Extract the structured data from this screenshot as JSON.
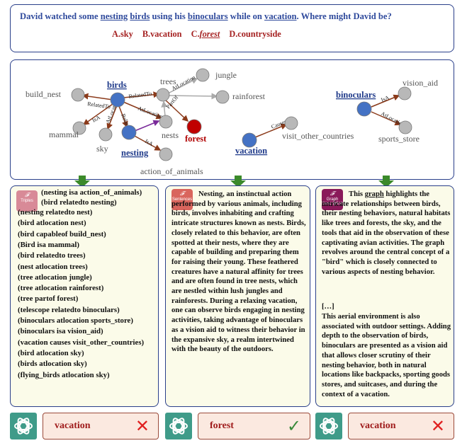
{
  "question": {
    "parts": [
      "David watched some ",
      "nesting",
      " ",
      "birds",
      " using his ",
      "binoculars",
      " while on ",
      "vacation",
      ". Where might David be?"
    ],
    "options": [
      "A.sky",
      "B.vacation",
      "C.",
      "forest",
      "D.countryside"
    ]
  },
  "graph": {
    "nodes": {
      "birds": "birds",
      "trees": "trees",
      "jungle": "jungle",
      "rainforest": "rainforest",
      "build_nest": "build_nest",
      "mammal": "mammal",
      "sky": "sky",
      "nesting": "nesting",
      "nests": "nests",
      "forest": "forest",
      "action_of_animals": "action_of_animals",
      "vacation": "vacation",
      "visit_other_countries": "visit_other_countries",
      "binoculars": "binoculars",
      "vision_aid": "vision_aid",
      "sports_store": "sports_store"
    },
    "edges": {
      "relatedto1": "RelatedTo",
      "relatedto2": "RelatedTo",
      "relatedto3": "RelatedTo",
      "atlocation1": "AtLocation",
      "atlocation2": "AtLocation",
      "atlocation3": "AtLocation",
      "partof": "PartOf",
      "isa1": "IsA",
      "isa2": "IsA",
      "isa3": "IsA",
      "causes": "Causes",
      "atlocation4": "AtLocation"
    },
    "colors": {
      "blue_node": "#4472c4",
      "red_node": "#c00000",
      "gray_node": "#b8b8b8",
      "edge": "#8b3a1a"
    }
  },
  "panels": {
    "triples": {
      "badge": "Triples",
      "items": [
        "(nesting isa action_of_animals)",
        "(bird relatedto nesting)",
        "(nesting relatedto nest)",
        "(bird atlocation nest)",
        "(bird capableof build_nest)",
        "(Bird isa mammal)",
        "(bird relatedto trees)",
        "(nest atlocation trees)",
        "(tree atlocation jungle)",
        "(tree atlocation rainforest)",
        "(tree partof forest)",
        "(telescope relatedto binoculars)",
        "(binoculars atlocation sports_store)",
        "(binoculars isa vision_aid)",
        "(vacation causes visit_other_countries)",
        "(bird atlocation sky)",
        "(birds atlocation sky)",
        "(flying_birds atlocation sky)"
      ]
    },
    "sentences": {
      "badge": "Sentences",
      "text": "Nesting, an instinctual action performed by various animals, including birds, involves inhabiting and crafting intricate structures known as nests. Birds, closely related to this behavior, are often spotted at their nests, where they are capable of building and preparing them for raising their young. These feathered creatures have a natural affinity for trees and are often found in tree nests, which are nestled within lush jungles and rainforests. During a relaxing vacation, one can observe birds engaging in nesting activities, taking advantage of binoculars as a vision aid to witness their behavior in the expansive sky, a realm intertwined with the beauty of the outdoors."
    },
    "graph_desc": {
      "badge": "Graph Description",
      "text_pre": "This ",
      "text_link": "graph",
      "text_post": " highlights the intricate relationships between birds, their nesting behaviors, natural habitats like trees and forests, the sky, and the tools that aid in the observation of these captivating avian activities.  The graph revolves around the central concept of a \"bird\" which is closely connected to various aspects of nesting behavior.",
      "ellipsis": "[…]",
      "text2": "This aerial environment is also associated with outdoor settings. Adding depth to the observation of birds, binoculars are presented as a vision aid that allows closer scrutiny of their nesting behavior, both in natural locations like backpacks, sporting goods stores, and suitcases, and during the context of a vacation."
    }
  },
  "answers": [
    {
      "label": "vacation",
      "mark": "✕",
      "color": "#e02020"
    },
    {
      "label": "forest",
      "mark": "✓",
      "color": "#3a8a3a"
    },
    {
      "label": "vacation",
      "mark": "✕",
      "color": "#e02020"
    }
  ]
}
